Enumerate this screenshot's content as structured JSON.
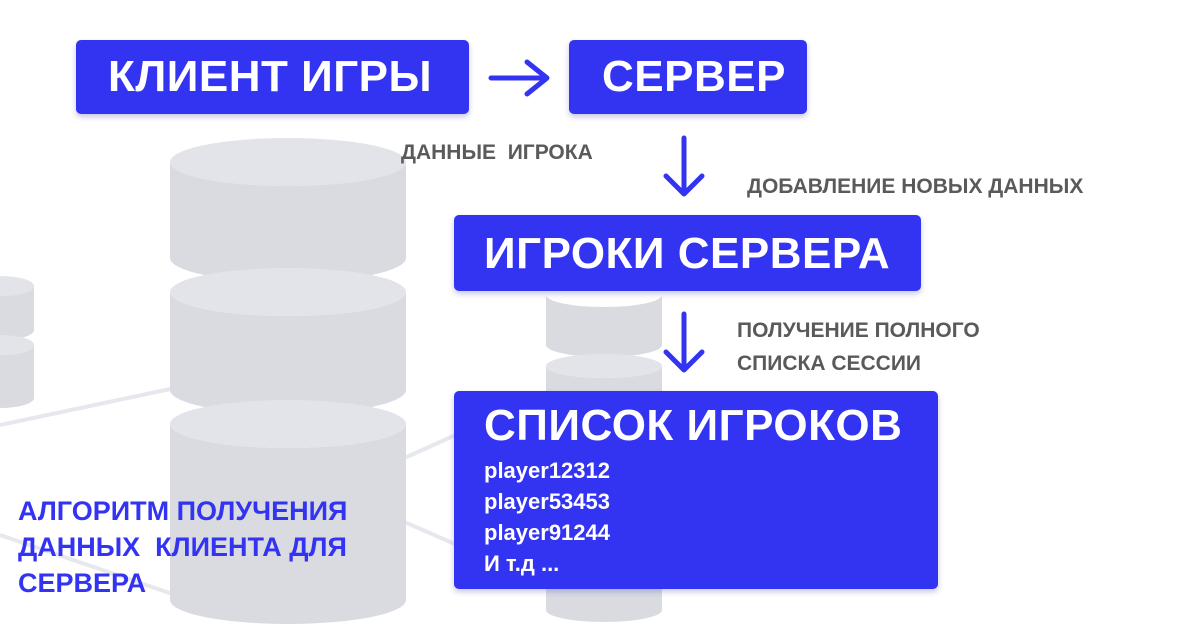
{
  "boxes": {
    "client": "КЛИЕНТ ИГРЫ",
    "server": "СЕРВЕР",
    "players": "ИГРОКИ СЕРВЕРА",
    "list": {
      "title": "СПИСОК ИГРОКОВ",
      "items": [
        "player12312",
        "player53453",
        "player91244",
        "И т.д ..."
      ]
    }
  },
  "labels": {
    "player_data": "ДАННЫЕ  ИГРОКА",
    "add_data": "ДОБАВЛЕНИЕ НОВЫХ ДАННЫХ",
    "full_list": [
      "ПОЛУЧЕНИЕ ПОЛНОГО",
      "СПИСКА СЕССИИ"
    ]
  },
  "title": [
    "АЛГОРИТМ ПОЛУЧЕНИЯ",
    "ДАННЫХ  КЛИЕНТА ДЛЯ",
    "СЕРВЕРА"
  ],
  "colors": {
    "accent": "#3333f2",
    "label": "#5a5a5a",
    "background_db": "#d9dbe1"
  }
}
